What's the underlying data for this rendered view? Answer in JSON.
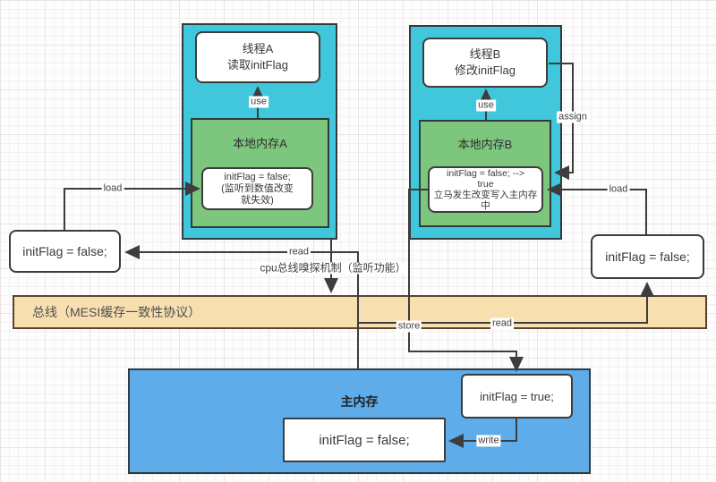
{
  "colors": {
    "thread_block_cyan": "#41C7DB",
    "local_memory_green": "#7CC67E",
    "bus_orange": "#F8DFB0",
    "main_memory_blue": "#5EACE9",
    "line_dark": "#3d3d3d"
  },
  "thread_a": {
    "line1": "线程A",
    "line2": "读取initFlag"
  },
  "thread_b": {
    "line1": "线程B",
    "line2": "修改initFlag"
  },
  "local_memory_a": {
    "title": "本地内存A",
    "line1": "initFlag = false;",
    "line2": "(监听到数值改变",
    "line3": "就失效)"
  },
  "local_memory_b": {
    "title": "本地内存B",
    "line1": "initFlag = false; -->",
    "line2": "true",
    "line3": "立马发生改变写入主内存",
    "line4": "中"
  },
  "working_copy_left": {
    "value": "initFlag = false;"
  },
  "working_copy_right": {
    "value": "initFlag = false;"
  },
  "bus": {
    "label": "总线（MESI缓存一致性协议）"
  },
  "main_memory": {
    "title": "主内存",
    "true_box": "initFlag = true;",
    "false_box": "initFlag = false;"
  },
  "edge_labels": {
    "use_a": "use",
    "use_b": "use",
    "assign": "assign",
    "load_left": "load",
    "load_right": "load",
    "read_left": "read",
    "read_right": "read",
    "store": "store",
    "write": "write",
    "sniff": "cpu总线嗅探机制（监听功能）"
  }
}
